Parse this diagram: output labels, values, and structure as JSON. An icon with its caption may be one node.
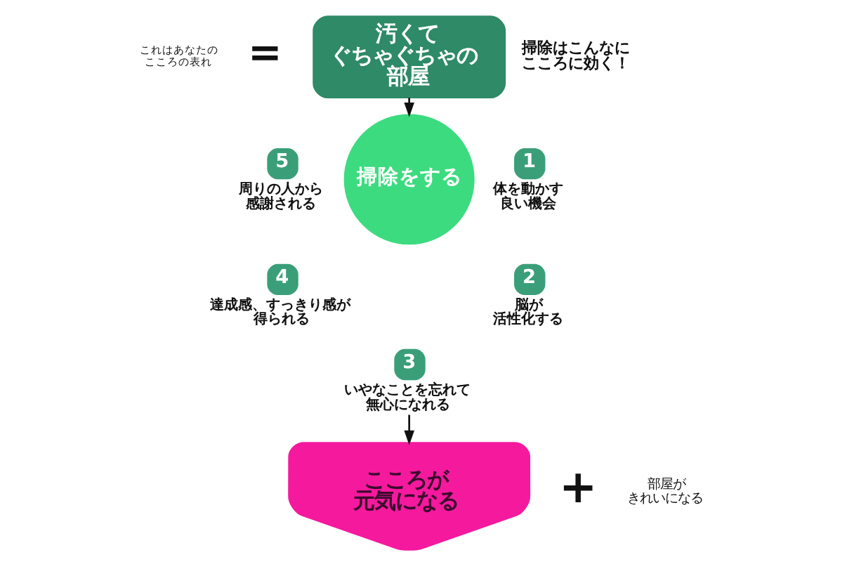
{
  "diagram": {
    "nodes": [
      {
        "text": [
          "汚くてぐちゃぐちゃの部屋"
        ]
      },
      {
        "text": [
          "掃除をする"
        ]
      },
      {
        "text": [
          "1"
        ],
        "beside": [
          "体を動かす良い機会"
        ]
      },
      {
        "text": [
          "2"
        ],
        "beside": [
          "脳が活性化する"
        ]
      },
      {
        "text": [
          "3"
        ],
        "beside": [
          "いやなことを忘れて無心になれる"
        ]
      },
      {
        "text": [
          "4"
        ],
        "beside": [
          "達成感、すっきり感が得られる"
        ]
      },
      {
        "text": [
          "5"
        ],
        "beside": [
          "周りの人から感謝される"
        ]
      },
      {
        "text": [
          "こころが元気になる"
        ]
      }
    ],
    "edges": [
      {
        "from": 0,
        "to": 1,
        "arrow": "to"
      },
      {
        "from": 4,
        "to": 7,
        "arrow": "to"
      }
    ],
    "labels": [
      "これはあなたのこころの表れ",
      "=",
      "掃除はこんなにこころに効く！",
      "+",
      "部屋がきれいになる"
    ]
  }
}
